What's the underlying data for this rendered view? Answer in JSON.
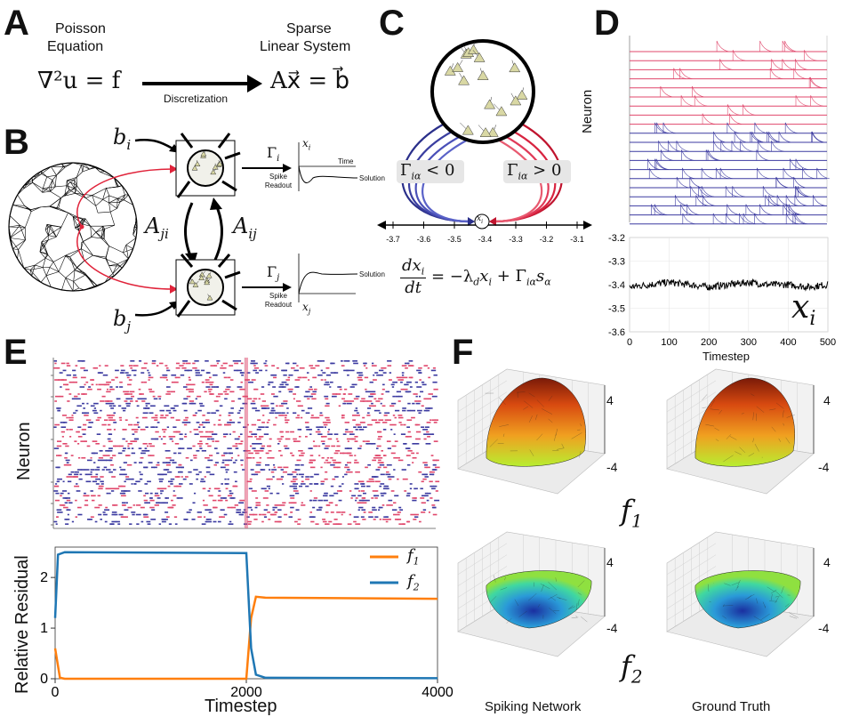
{
  "panels": {
    "A": "A",
    "B": "B",
    "C": "C",
    "D": "D",
    "E": "E",
    "F": "F"
  },
  "panelA": {
    "left_title_1": "Poisson",
    "left_title_2": "Equation",
    "right_title_1": "Sparse",
    "right_title_2": "Linear System",
    "left_eq": "∇²u = f",
    "right_eq": "Ax⃗ = b⃗",
    "arrow_label": "Discretization"
  },
  "panelB": {
    "b_i": "b",
    "b_i_sub": "i",
    "b_j": "b",
    "b_j_sub": "j",
    "A_ji": "A",
    "A_ji_sub": "ji",
    "A_ij": "A",
    "A_ij_sub": "ij",
    "gamma_i": "Γ",
    "gamma_i_sub": "i",
    "gamma_j": "Γ",
    "gamma_j_sub": "j",
    "spike_readout": "Spike Readout",
    "x_i": "x",
    "x_i_sub": "i",
    "x_j": "x",
    "x_j_sub": "j",
    "time": "Time",
    "solution": "Solution"
  },
  "panelC": {
    "neg_label": "Γ",
    "neg_sub": "iα",
    "neg_rest": " < 0",
    "pos_label": "Γ",
    "pos_sub": "iα",
    "pos_rest": " > 0",
    "xi": "x",
    "xi_sub": "i",
    "ticks": [
      "-3.7",
      "-3.6",
      "-3.5",
      "-3.4",
      "-3.3",
      "-3.2",
      "-3.1"
    ],
    "ode_num": "dx",
    "ode_num_sub": "i",
    "ode_den": "dt",
    "ode_rhs": "= −λ",
    "ode_rhs_sub": "d",
    "ode_rhs_2": "x",
    "ode_rhs_2_sub": "i",
    "ode_rhs_3": " + Γ",
    "ode_rhs_3_sub": "iα",
    "ode_rhs_4": "s",
    "ode_rhs_4_sub": "α"
  },
  "panelD": {
    "ylabel": "Neuron",
    "xlabel": "Timestep",
    "big_label": "x",
    "big_label_sub": "i"
  },
  "panelE": {
    "raster_ylabel": "Neuron",
    "res_ylabel": "Relative Residual",
    "xlabel": "Timestep",
    "legend": [
      {
        "label": "f",
        "sub": "1",
        "color": "#ff7f0e"
      },
      {
        "label": "f",
        "sub": "2",
        "color": "#1f77b4"
      }
    ]
  },
  "panelF": {
    "f1": "f",
    "f1_sub": "1",
    "f2": "f",
    "f2_sub": "2",
    "col_left": "Spiking Network",
    "col_right": "Ground Truth",
    "zmax": "4",
    "zmin": "-4"
  },
  "colors": {
    "excite": "#e0476b",
    "inhibit": "#3b3aa0",
    "f1": "#ff7f0e",
    "f2": "#1f77b4"
  },
  "chart_data": [
    {
      "type": "line",
      "title": "",
      "xlabel": "Timestep",
      "ylabel": "",
      "xlim": [
        0,
        500
      ],
      "ylim": [
        -3.6,
        -3.2
      ],
      "x_ticks": [
        "0",
        "100",
        "200",
        "300",
        "400",
        "500"
      ],
      "y_ticks": [
        "-3.2",
        "-3.3",
        "-3.4",
        "-3.5",
        "-3.6"
      ],
      "series": [
        {
          "name": "",
          "x": [
            0,
            50,
            100,
            150,
            200,
            250,
            300,
            350,
            400,
            450,
            500
          ],
          "values": [
            -3.41,
            -3.4,
            -3.39,
            -3.4,
            -3.41,
            -3.4,
            -3.39,
            -3.4,
            -3.4,
            -3.41,
            -3.4
          ]
        }
      ]
    },
    {
      "type": "line",
      "title": "",
      "xlabel": "Timestep",
      "ylabel": "Relative Residual",
      "xlim": [
        0,
        4000
      ],
      "ylim": [
        0,
        2.6
      ],
      "x_ticks": [
        "0",
        "2000",
        "4000"
      ],
      "y_ticks": [
        "0",
        "1",
        "2"
      ],
      "series": [
        {
          "name": "f1",
          "x": [
            0,
            50,
            100,
            2000,
            2050,
            2100,
            2200,
            4000
          ],
          "values": [
            0.6,
            0.02,
            0.0,
            0.0,
            1.2,
            1.62,
            1.6,
            1.58
          ]
        },
        {
          "name": "f2",
          "x": [
            0,
            30,
            100,
            2000,
            2050,
            2100,
            2200,
            4000
          ],
          "values": [
            1.2,
            2.45,
            2.5,
            2.48,
            0.6,
            0.08,
            0.02,
            0.01
          ]
        }
      ]
    }
  ]
}
